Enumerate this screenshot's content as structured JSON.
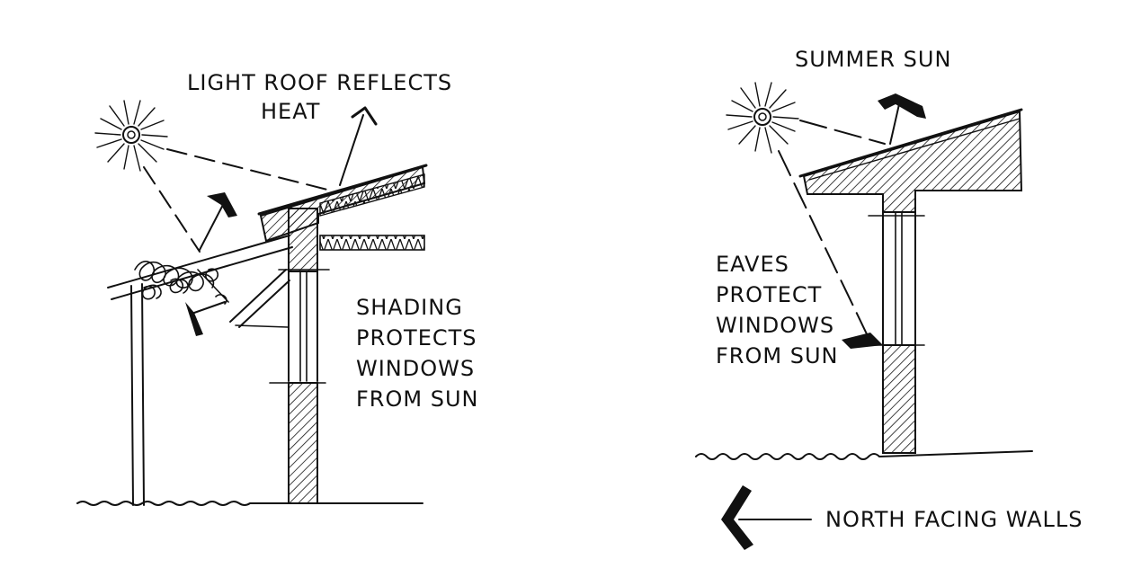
{
  "left_sketch": {
    "label_roof": [
      "LIGHT ROOF REFLECTS",
      "HEAT"
    ],
    "label_shading": [
      "SHADING",
      "PROTECTS",
      "WINDOWS",
      "FROM SUN"
    ]
  },
  "right_sketch": {
    "label_sun": "SUMMER SUN",
    "label_eaves": [
      "EAVES",
      "PROTECT",
      "WINDOWS",
      "FROM SUN"
    ]
  },
  "legend": {
    "label": "NORTH FACING WALLS",
    "icon": "arrow-left-icon"
  },
  "colors": {
    "ink": "#111111",
    "paper": "#ffffff"
  }
}
